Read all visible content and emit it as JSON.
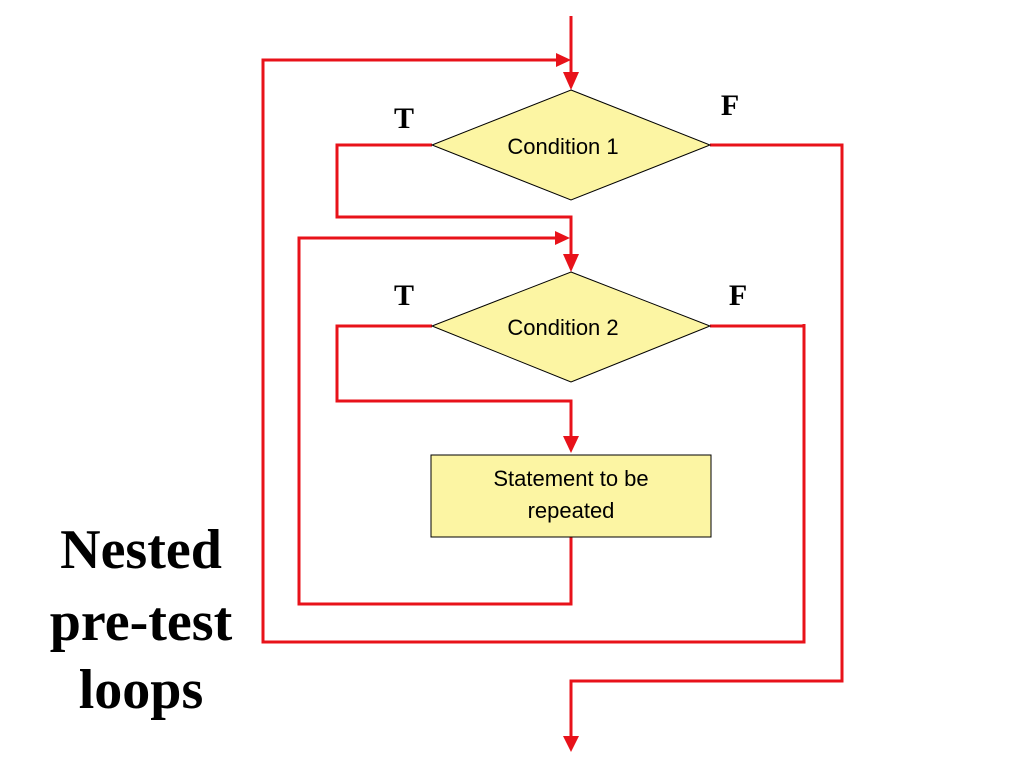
{
  "title": {
    "lines": [
      "Nested",
      "pre-test",
      "loops"
    ]
  },
  "nodes": {
    "condition_1": {
      "label": "Condition 1",
      "true_label": "T",
      "false_label": "F"
    },
    "condition_2": {
      "label": "Condition 2",
      "true_label": "T",
      "false_label": "F"
    },
    "statement": {
      "lines": [
        "Statement to be",
        "repeated"
      ]
    }
  },
  "colors": {
    "flow_line": "#e8121a",
    "node_fill": "#fcf5a3",
    "node_stroke": "#000000",
    "text": "#000000"
  }
}
